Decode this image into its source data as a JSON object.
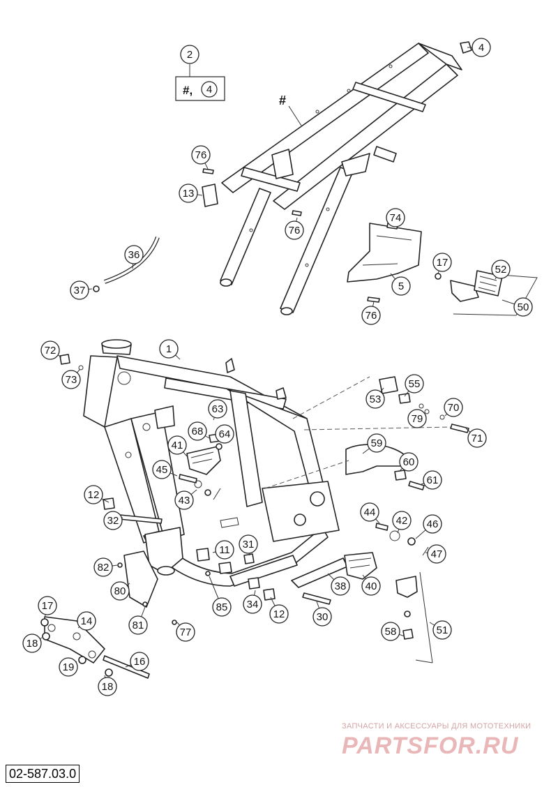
{
  "diagram": {
    "code": "02-587.03.0",
    "watermark": {
      "line1": "ЗАПЧАСТИ И АКСЕССУАРЫ ДЛЯ МОТОТЕХНИКИ",
      "logo": "PARTSFOR.RU"
    },
    "subframe_label": "#",
    "box_label": "#,",
    "box_number": "4",
    "callouts": [
      {
        "n": "1"
      },
      {
        "n": "2"
      },
      {
        "n": "4"
      },
      {
        "n": "5"
      },
      {
        "n": "11"
      },
      {
        "n": "12"
      },
      {
        "n": "12"
      },
      {
        "n": "13"
      },
      {
        "n": "14"
      },
      {
        "n": "16"
      },
      {
        "n": "17"
      },
      {
        "n": "17"
      },
      {
        "n": "18"
      },
      {
        "n": "18"
      },
      {
        "n": "19"
      },
      {
        "n": "30"
      },
      {
        "n": "31"
      },
      {
        "n": "32"
      },
      {
        "n": "34"
      },
      {
        "n": "36"
      },
      {
        "n": "37"
      },
      {
        "n": "38"
      },
      {
        "n": "40"
      },
      {
        "n": "41"
      },
      {
        "n": "42"
      },
      {
        "n": "43"
      },
      {
        "n": "44"
      },
      {
        "n": "45"
      },
      {
        "n": "46"
      },
      {
        "n": "47"
      },
      {
        "n": "50"
      },
      {
        "n": "51"
      },
      {
        "n": "52"
      },
      {
        "n": "53"
      },
      {
        "n": "55"
      },
      {
        "n": "58"
      },
      {
        "n": "59"
      },
      {
        "n": "60"
      },
      {
        "n": "61"
      },
      {
        "n": "63"
      },
      {
        "n": "64"
      },
      {
        "n": "68"
      },
      {
        "n": "70"
      },
      {
        "n": "71"
      },
      {
        "n": "72"
      },
      {
        "n": "73"
      },
      {
        "n": "74"
      },
      {
        "n": "76"
      },
      {
        "n": "76"
      },
      {
        "n": "76"
      },
      {
        "n": "77"
      },
      {
        "n": "79"
      },
      {
        "n": "80"
      },
      {
        "n": "81"
      },
      {
        "n": "82"
      },
      {
        "n": "85"
      }
    ]
  }
}
